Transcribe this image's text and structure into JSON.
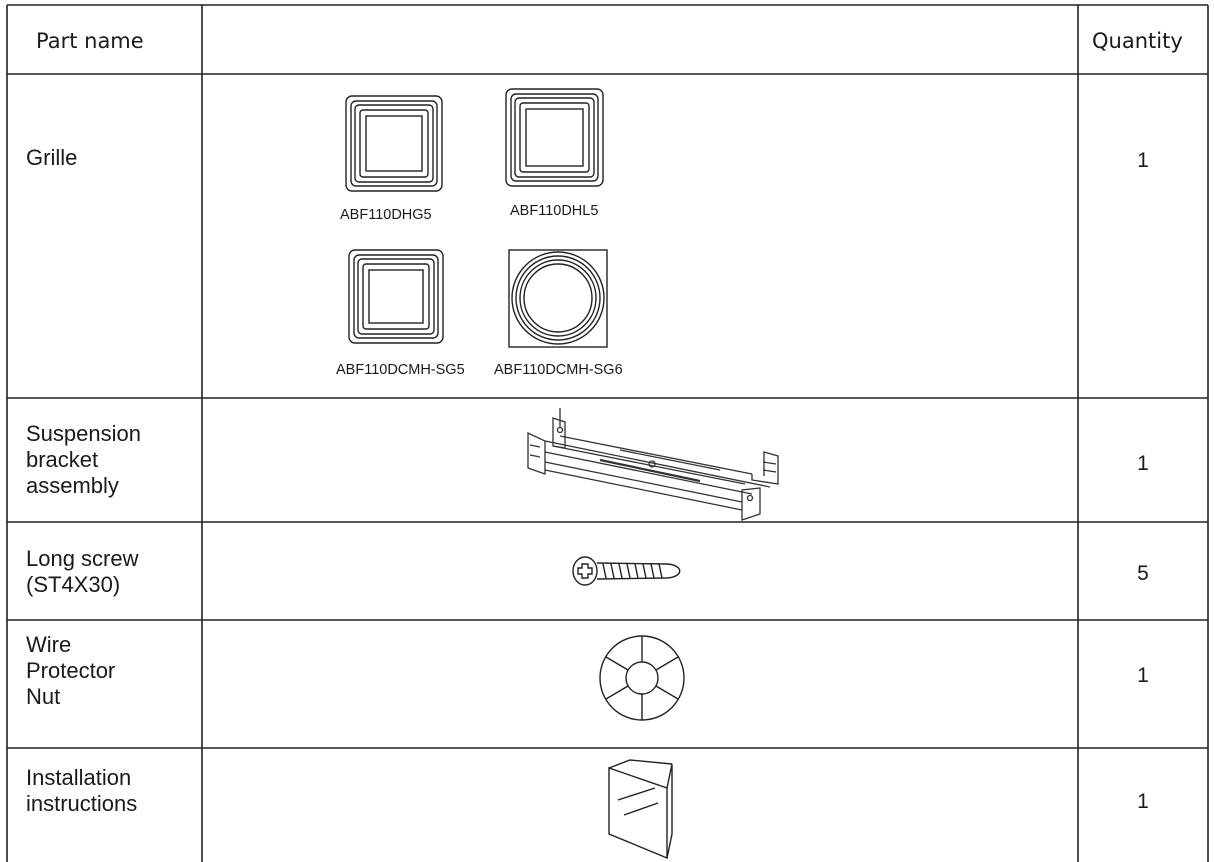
{
  "header": {
    "part_name": "Part name",
    "quantity": "Quantity"
  },
  "rows": [
    {
      "part_name": "Grille",
      "quantity": "1",
      "models": [
        "ABF110DHG5",
        "ABF110DHL5",
        "ABF110DCMH-SG5",
        "ABF110DCMH-SG6"
      ],
      "icons": [
        "square-grille-icon",
        "square-grille-icon",
        "square-grille-icon",
        "round-grille-icon"
      ]
    },
    {
      "part_name": "Suspension\nbracket\nassembly",
      "quantity": "1",
      "icon": "suspension-bracket-icon"
    },
    {
      "part_name": "Long screw\n(ST4X30)",
      "quantity": "5",
      "icon": "screw-icon"
    },
    {
      "part_name": "Wire\nProtector\nNut",
      "quantity": "1",
      "icon": "wire-protector-nut-icon"
    },
    {
      "part_name": "Installation\ninstructions",
      "quantity": "1",
      "icon": "instruction-booklet-icon"
    }
  ]
}
